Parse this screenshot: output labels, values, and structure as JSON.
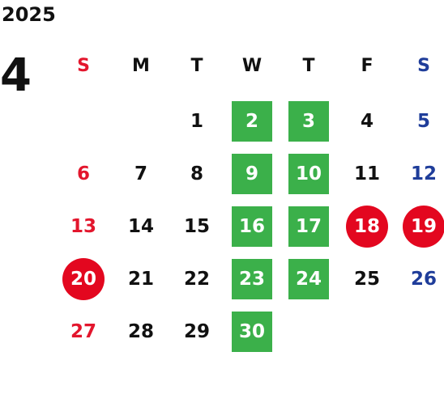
{
  "year": "2025",
  "month": "4",
  "weekdays": [
    "S",
    "M",
    "T",
    "W",
    "T",
    "F",
    "S"
  ],
  "weeks": [
    [
      "",
      "",
      "1",
      "2",
      "3",
      "4",
      "5"
    ],
    [
      "6",
      "7",
      "8",
      "9",
      "10",
      "11",
      "12"
    ],
    [
      "13",
      "14",
      "15",
      "16",
      "17",
      "18",
      "19"
    ],
    [
      "20",
      "21",
      "22",
      "23",
      "24",
      "25",
      "26"
    ],
    [
      "27",
      "28",
      "29",
      "30",
      "",
      "",
      ""
    ]
  ],
  "green_days": [
    "2",
    "3",
    "9",
    "10",
    "16",
    "17",
    "23",
    "24",
    "30"
  ],
  "holiday_days": [
    "18",
    "19",
    "20"
  ],
  "colors": {
    "sunday": "#e3162d",
    "saturday": "#1f3d9a",
    "weekday": "#111111",
    "green_highlight": "#3bb04a",
    "red_circle": "#e3071f"
  }
}
